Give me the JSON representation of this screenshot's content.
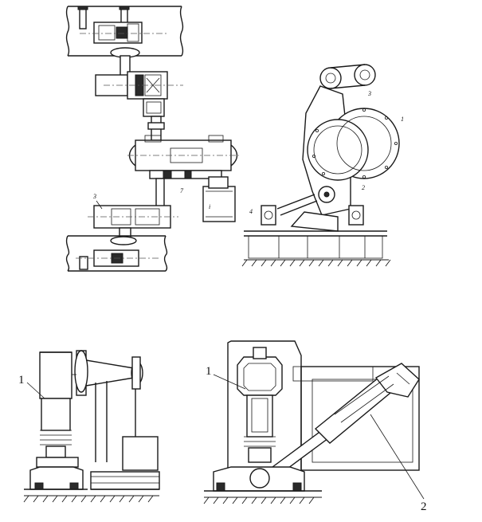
{
  "labels": {
    "top_left_3": "3",
    "top_left_7": "7",
    "top_left_i": "i",
    "top_right_3": "3",
    "top_right_1": "1",
    "top_right_2": "2",
    "top_right_4": "4",
    "bottom_left_1": "1",
    "bottom_right_1": "1",
    "bottom_right_2": "2"
  }
}
